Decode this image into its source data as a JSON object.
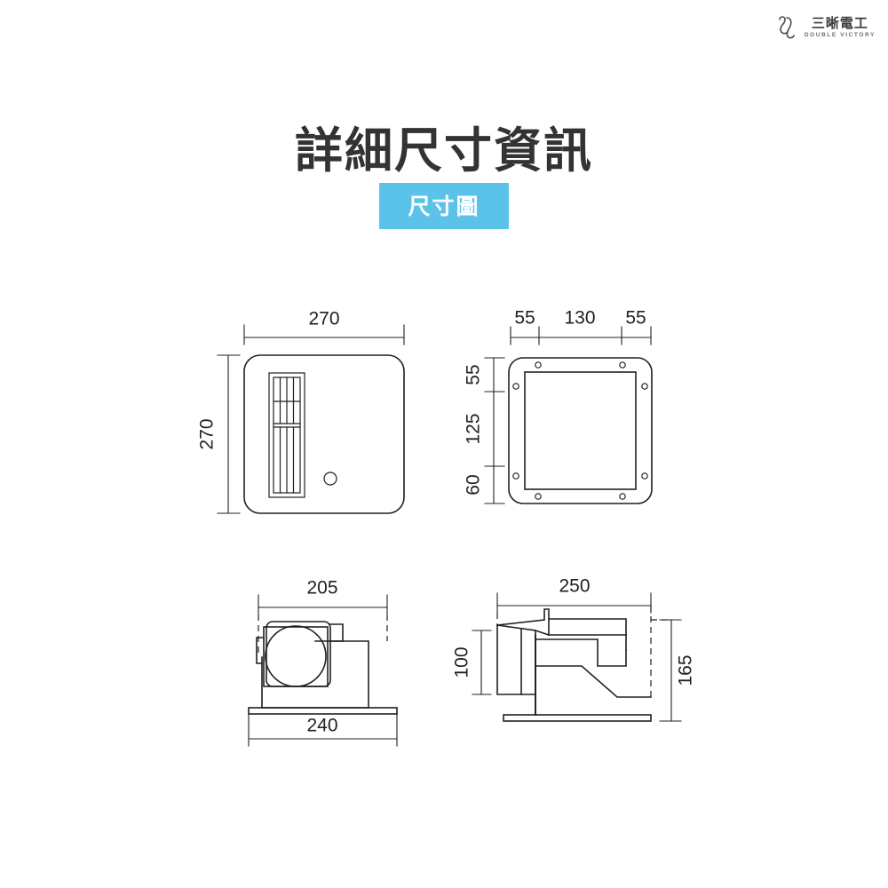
{
  "brand": {
    "name_cn": "三晰電工",
    "name_en": "DOUBLE VICTORY",
    "logo_icon": "double-victory-monogram-icon"
  },
  "header": {
    "title": "詳細尺寸資訊",
    "badge_label": "尺寸圖",
    "badge_color": "#5bc3ea",
    "title_color": "#333333"
  },
  "drawings": {
    "front_view": {
      "name": "front-panel-view",
      "width_label": "270",
      "height_label": "270",
      "features": [
        "grille",
        "indicator-hole"
      ]
    },
    "rear_view": {
      "name": "mounting-frame-view",
      "top_segments": [
        "55",
        "130",
        "55"
      ],
      "left_segments": [
        "55",
        "125",
        "60"
      ],
      "features": [
        "screw-holes",
        "inner-opening"
      ]
    },
    "side_view": {
      "name": "side-section-view",
      "top_label": "205",
      "bottom_label": "240",
      "features": [
        "fan-wheel",
        "housing",
        "ceiling-flange"
      ]
    },
    "duct_view": {
      "name": "duct-side-view",
      "top_label": "250",
      "left_label": "100",
      "right_label": "165",
      "features": [
        "duct-collar",
        "housing",
        "ceiling-flange"
      ]
    }
  },
  "style": {
    "line_color": "#231f20",
    "background": "#ffffff"
  }
}
